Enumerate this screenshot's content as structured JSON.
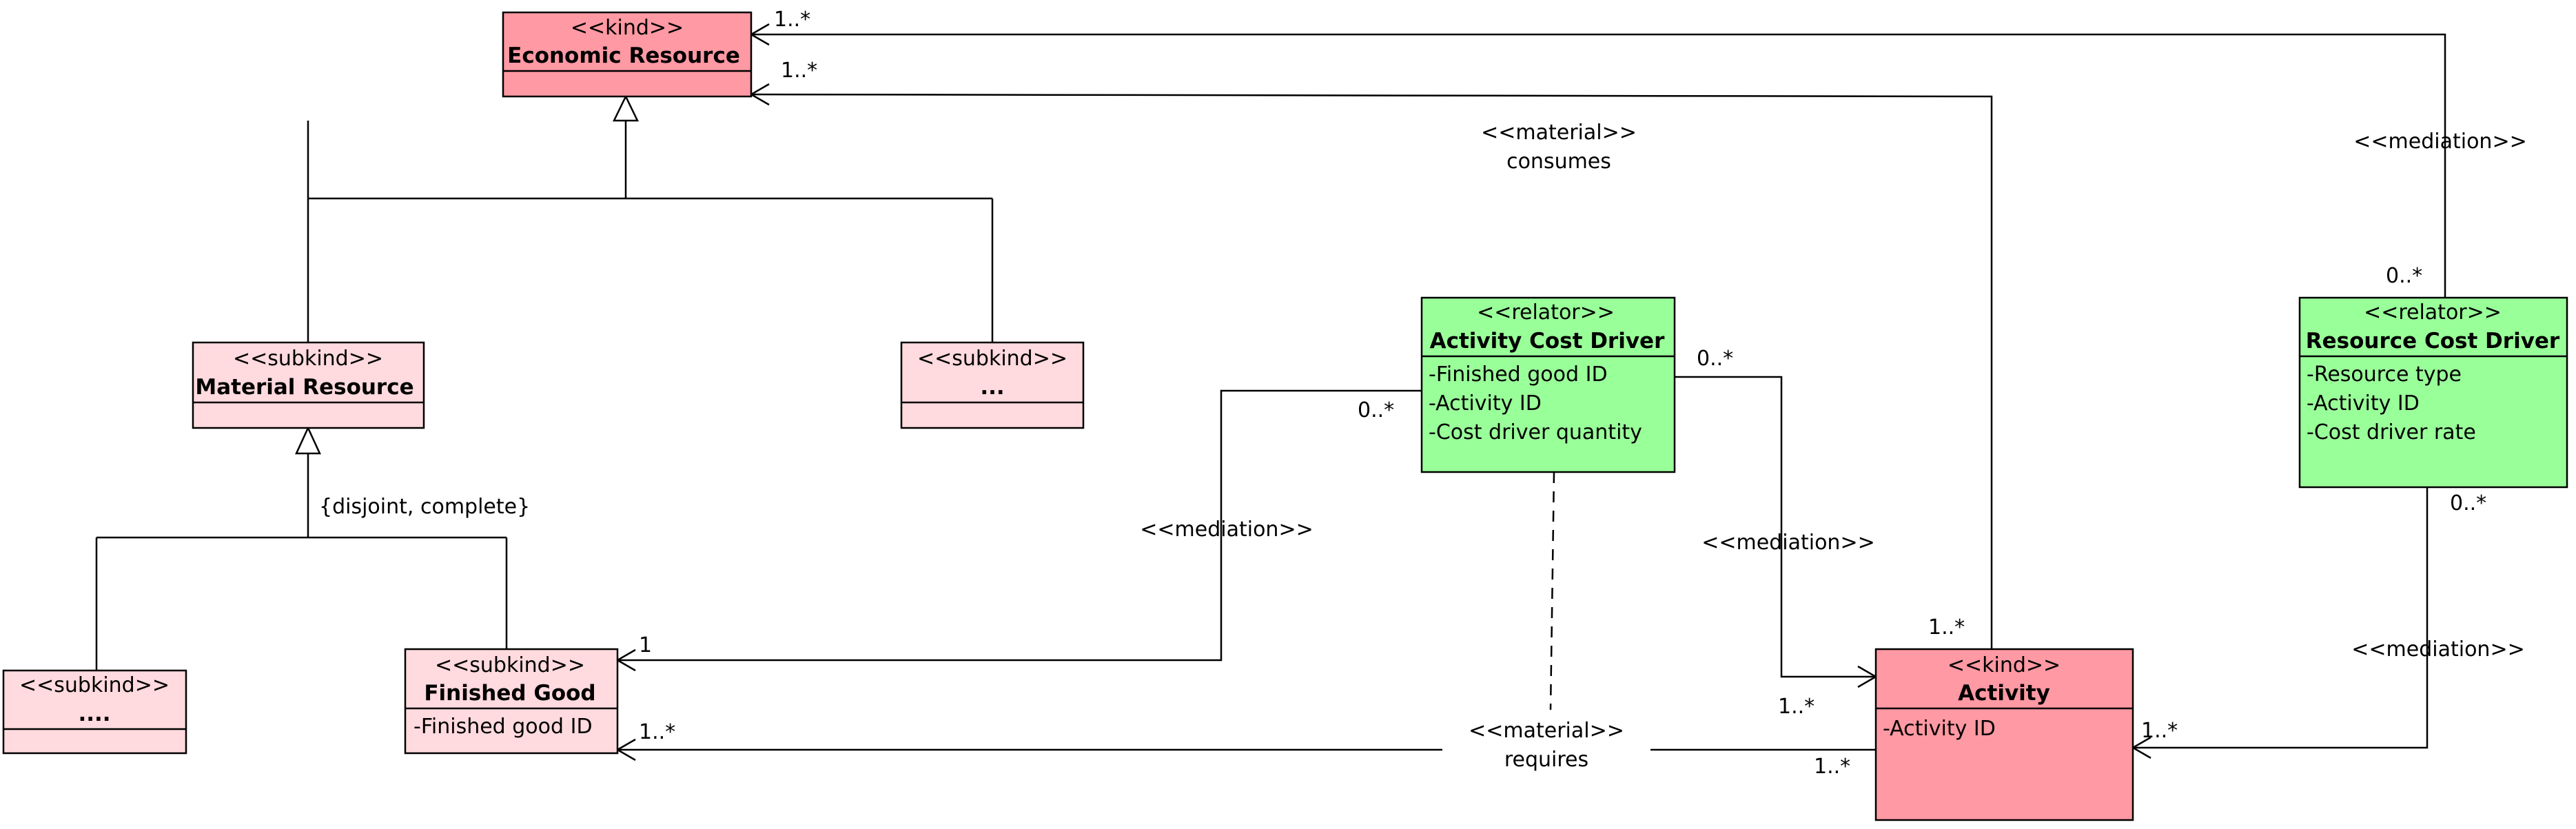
{
  "classes": {
    "economic_resource": {
      "stereotype": "<<kind>>",
      "name": "Economic Resource",
      "attributes": [],
      "fill": "#ff99a3"
    },
    "material_resource": {
      "stereotype": "<<subkind>>",
      "name": "Material Resource",
      "attributes": [],
      "fill": "#ffdade"
    },
    "subkind_other": {
      "stereotype": "<<subkind>>",
      "name": "...",
      "attributes": [],
      "fill": "#ffdade"
    },
    "subkind_left": {
      "stereotype": "<<subkind>>",
      "name": "....",
      "attributes": [],
      "fill": "#ffdade"
    },
    "finished_good": {
      "stereotype": "<<subkind>>",
      "name": "Finished Good",
      "attributes": [
        "-Finished good ID"
      ],
      "fill": "#ffdade"
    },
    "activity_cost_driver": {
      "stereotype": "<<relator>>",
      "name": "Activity Cost Driver",
      "attributes": [
        "-Finished good ID",
        "-Activity ID",
        "-Cost driver quantity"
      ],
      "fill": "#99ff99"
    },
    "resource_cost_driver": {
      "stereotype": "<<relator>>",
      "name": "Resource Cost Driver",
      "attributes": [
        "-Resource type",
        "-Activity ID",
        "-Cost driver rate"
      ],
      "fill": "#99ff99"
    },
    "activity": {
      "stereotype": "<<kind>>",
      "name": "Activity",
      "attributes": [
        "-Activity ID"
      ],
      "fill": "#ff99a3"
    }
  },
  "labels": {
    "material_consumes_1": "<<material>>",
    "material_consumes_2": "consumes",
    "material_requires_1": "<<material>>",
    "material_requires_2": "requires",
    "mediation_acd_fg": "<<mediation>>",
    "mediation_acd_act": "<<mediation>>",
    "mediation_rcd_er": "<<mediation>>",
    "mediation_rcd_act": "<<mediation>>",
    "generalization_set": "{disjoint, complete}"
  },
  "multiplicities": {
    "er_top": "1..*",
    "er_second": "1..*",
    "rcd_top": "0..*",
    "rcd_bottom": "0..*",
    "acd_left": "0..*",
    "acd_right": "0..*",
    "fg_mediation": "1",
    "fg_requires": "1..*",
    "act_top": "1..*",
    "act_mediation": "1..*",
    "act_requires": "1..*",
    "act_rcd": "1..*"
  },
  "colors": {
    "kind": "#ff99a3",
    "subkind": "#ffdade",
    "relator": "#99ff99",
    "line": "#000000"
  }
}
